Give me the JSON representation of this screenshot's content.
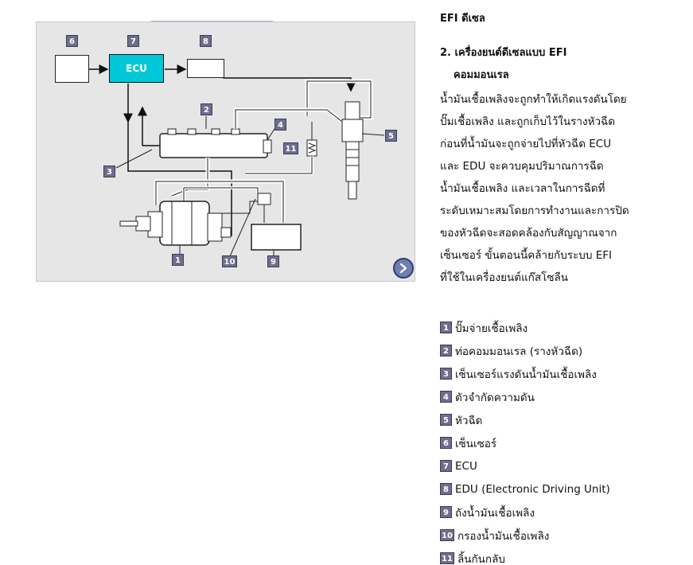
{
  "heading": "EFI ดีเซล",
  "subheading": {
    "line1": "2. เครื่องยนต์ดีเซลแบบ EFI",
    "line2": "คอมมอนเรล"
  },
  "paragraph": [
    "น้ำมันเชื้อเพลิงจะถูกทำให้เกิดแรงดันโดย",
    "ปั๊มเชื้อเพลิง และถูกเก็บไว้ในรางหัวฉีด",
    "ก่อนที่น้ำมันจะถูกจ่ายไปที่หัวฉีด ECU",
    "และ EDU จะควบคุมปริมาณการฉีด",
    "น้ำมันเชื้อเพลิง และเวลาในการฉีดที่",
    "ระดับเหมาะสมโดยการทำงานและการปิด",
    "ของหัวฉีดจะสอดคล้องกับสัญญาณจาก",
    "เซ็นเซอร์ ขั้นตอนนี้คล้ายกับระบบ EFI",
    "ที่ใช้ในเครื่องยนต์แก๊สโซลีน"
  ],
  "diagram": {
    "ecu_label": "ECU",
    "badges": [
      "1",
      "2",
      "3",
      "4",
      "5",
      "6",
      "7",
      "8",
      "9",
      "10",
      "11"
    ]
  },
  "legend": [
    {
      "num": "1",
      "text": "ปั๊มจ่ายเชื้อเพลิง"
    },
    {
      "num": "2",
      "text": "ท่อคอมมอนเรล (รางหัวฉีด)"
    },
    {
      "num": "3",
      "text": "เซ็นเซอร์แรงดันน้ำมันเชื้อเพลิง"
    },
    {
      "num": "4",
      "text": "ตัวจำกัดความดัน"
    },
    {
      "num": "5",
      "text": "หัวฉีด"
    },
    {
      "num": "6",
      "text": "เซ็นเซอร์"
    },
    {
      "num": "7",
      "text": "ECU"
    },
    {
      "num": "8",
      "text": "EDU (Electronic Driving Unit)"
    },
    {
      "num": "9",
      "text": "ถังน้ำมันเชื้อเพลิง"
    },
    {
      "num": "10",
      "text": "กรองน้ำมันเชื้อเพลิง"
    },
    {
      "num": "11",
      "text": "ลิ้นกันกลับ"
    }
  ],
  "colors": {
    "ecu_fill": "#00c8d8",
    "badge_fill": "#6e6e8c",
    "diagram_bg": "#e6e6e6",
    "next_button": "#6f7fb0"
  },
  "icons": {
    "next": "chevron-right-icon"
  }
}
